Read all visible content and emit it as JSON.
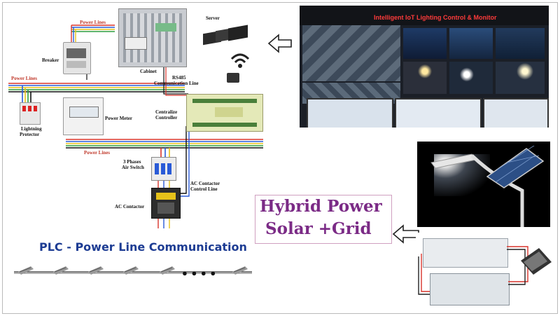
{
  "diagram": {
    "labels": {
      "power_lines_top": "Power Lines",
      "power_lines_left": "Power Lines",
      "power_lines_mid": "Power Lines",
      "breaker": "Breaker",
      "cabinet": "Cabinet",
      "server": "Server",
      "rs485_line1": "RS485",
      "rs485_line2": "Communication Line",
      "lightning_line1": "Lightning",
      "lightning_line2": "Protector",
      "power_meter": "Power Meter",
      "controller_line1": "Centralize",
      "controller_line2": "Controller",
      "switch_line1": "3 Phases",
      "switch_line2": "Air Switch",
      "contactor_ctrl_line1": "AC Contactor",
      "contactor_ctrl_line2": "Control Line",
      "ac_contactor": "AC Contactor"
    },
    "screen_title": "Intelligent IoT Lighting Control & Monitor",
    "hybrid_line1": "Hybrid Power",
    "hybrid_line2": "Solar +Grid",
    "plc_title": "PLC - Power Line Communication",
    "plc_dots": "● ● ● ●",
    "colors": {
      "wire_red": "#d9342b",
      "wire_blue": "#2a5bd7",
      "wire_yellow": "#e6c21a",
      "wire_green": "#2e9e3e",
      "wire_black": "#111111",
      "hybrid_text": "#7b2b86",
      "plc_text": "#1d3c93"
    },
    "icons": [
      "arrow-left-icon",
      "wifi-icon",
      "server-icon",
      "street-lamp-icon",
      "solar-panel-icon"
    ]
  }
}
